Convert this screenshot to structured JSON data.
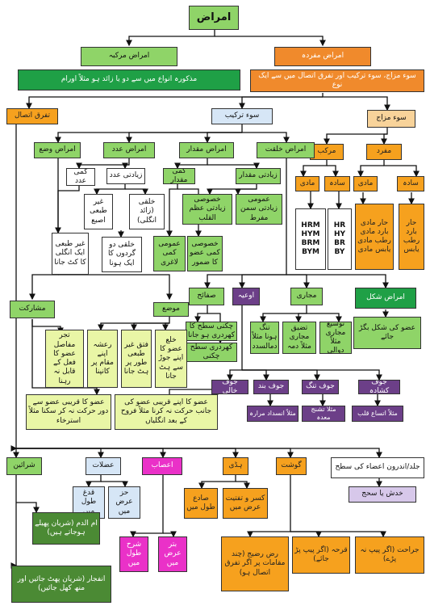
{
  "root": "امراض",
  "mufrada": {
    "title": "امراض مفردہ",
    "desc": "سوء مزاج، سوء ترکیب اور تفرق اتصال میں سے ایک نوع"
  },
  "murakkaba": {
    "title": "امراض مرکبہ",
    "desc": "مذکورہ انواع میں سے دو یا زائد ہو مثلاً اورام"
  },
  "tafarruq": "تفرق اتصال",
  "soe_tarkeeb": "سوء ترکیب",
  "soe_mizaj": {
    "title": "سوء مزاج",
    "murakkab": "مرکب",
    "mufrad": "مفرد",
    "maadi": "مادی",
    "saada": "سادہ",
    "murakkab_maadi": [
      "مادی",
      "سادہ"
    ],
    "hr_codes_1": [
      "HRM",
      "HYM",
      "BRM",
      "BYM"
    ],
    "hr_codes_2": [
      "HR",
      "HY",
      "BR",
      "BY"
    ],
    "mufrad_maadi_list": "حار مادی بارد مادی رطب مادی یابس مادی",
    "mufrad_saada_list": "حار بارد رطب یابس"
  },
  "wazaa": {
    "title": "امراض وضع",
    "sharakat": "مشارکت",
    "mawzaa": "موضع"
  },
  "adad": {
    "title": "امراض عدد",
    "kami": "کمی عدد",
    "ziyadati": "زیادتی عدد",
    "ghair_tabai_1": "غیر طبعی اصبع",
    "khalqi_1": "خلقی (زائد انگلی)",
    "ghair_tabai_2": "غیر طبعی ایک انگلی کا کٹ جانا",
    "khalqi_2": "خلقی دو گردوں کا ایک ہونا"
  },
  "miqdar": {
    "title": "امراض مقدار",
    "kami": "کمی مقدار",
    "ziyadati": "زیادتی مقدار",
    "khusoosi_ziyadati": "خصوصی زیادتی عظم القلب",
    "umoomi_ziyadati": "عمومی زیادتی سمن مفرط",
    "khusoosi_kami": "خصوصی کمی عضو کا ضمور",
    "umoomi_kami": "عمومی کمی لاغری"
  },
  "khilqat": {
    "title": "امراض خلقت",
    "shakl": "امراض شکل",
    "shakl_ex": "عضو کی شکل بگڑ جائے",
    "majari": "مجاری",
    "majari_a": "تنگ ہونا مثلاً دمالسدد",
    "majari_b": "تضیق مجاری مثلاً دمہ",
    "majari_c": "توسیع مجاری مثلاً دوالی",
    "aw_iya": "اوعیہ",
    "safaeh": "صفائح",
    "safaeh_a": "چکنی سطح کا کھردری ہو جانا",
    "safaeh_b": "کھردری سطح چکنی"
  },
  "jawf": [
    "جوف کشادہ",
    "جوف تنگ",
    "جوف بند",
    "جوف خالی"
  ],
  "jawf_ex": [
    "مثلاً اتساع قلب",
    "مثلاً تشنج معدہ",
    "مثلاً انسداد مرارہ"
  ],
  "wazaa_ex": {
    "khalaa": "خلع عضو کا اپنے جوڑ سے ہٹ جانا",
    "fatq": "فتق غیر طبعی طور پر ہٹ جانا",
    "rasha": "رعشہ اپنے مقام پر کانپنا",
    "tajar": "تجر مفاصل عضو کا فعل کے قابل نہ رہنا",
    "qurbi_1": "عضو کا قریبی عضو سے دور حرکت نہ کر سکنا مثلاً استرخاء",
    "qurbi_2": "عضو کا اپنے قریبی عضو کی جانب حرکت نہ کرنا مثلاً فروح کے بعد انگلیاں"
  },
  "tissues": {
    "jild": "جلد/اندرون اعضاء کی سطح",
    "jild_ex": "خدش یا سحج",
    "gosht": "گوشت",
    "haddi": "ہڈی",
    "asaab": "اعصاب",
    "azlaat": "عضلات",
    "sharaeen": "شرائین"
  },
  "gosht_ex": {
    "jarahat": "جراحت (اگر پیپ نہ پڑے)",
    "qarha": "قرحہ (اگر پیپ پڑ جائے)",
    "rasd": "رض رضیج (چند مقامات پر اگر تفرق اتصال ہو)"
  },
  "haddi_ex": {
    "kasr": "کسر و تفتیت عرض میں",
    "sadaa": "صادع طول میں"
  },
  "asaab_ex": {
    "batr": "بتر عرض میں",
    "sharkh": "شرح طول میں"
  },
  "azlaat_ex": {
    "haz": "حز عرض میں",
    "qadgh": "قدغ طول میں"
  },
  "sharaeen_ex": {
    "umm_al_dam": "ام الدم (شریان پھیلے ہوجاتے ہیں)",
    "infijar": "انفجار (شریان پھٹ جائیں اور منھ کھل جائیں)"
  }
}
